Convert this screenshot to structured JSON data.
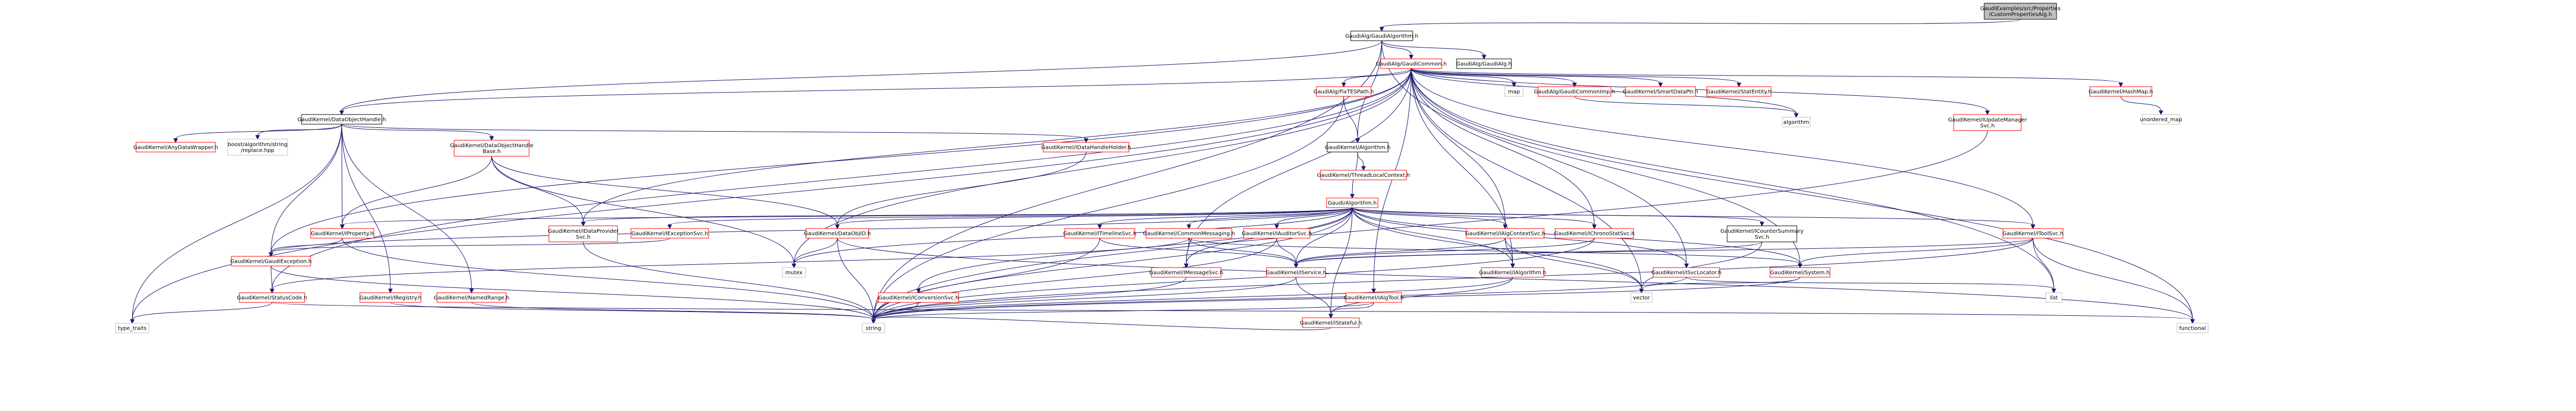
{
  "colors": {
    "root_fill": "#bfbfbf",
    "root_border": "#000000",
    "normal_border": "#000000",
    "truncated_border": "#ff0000",
    "plain_border": "#bfbfbf",
    "text_normal": "#000000",
    "text_plain": "#000000",
    "edge": "#191970"
  },
  "nodes": [
    {
      "id": "root",
      "label": [
        "GaudiExamples/src/Properties",
        "/CustomPropertiesAlg.h"
      ],
      "kind": "root"
    },
    {
      "id": "gaudialgorithm",
      "label": [
        "GaudiAlg/GaudiAlgorithm.h"
      ],
      "kind": "normal"
    },
    {
      "id": "gaudicommon",
      "label": [
        "GaudiAlg/GaudiCommon.h"
      ],
      "kind": "truncated"
    },
    {
      "id": "gaudialg",
      "label": [
        "GaudiAlg/GaudiAlg.h"
      ],
      "kind": "normal"
    },
    {
      "id": "dataobjecthandle",
      "label": [
        "GaudiKernel/DataObjectHandle.h"
      ],
      "kind": "normal"
    },
    {
      "id": "kernel_algorithm",
      "label": [
        "GaudiKernel/Algorithm.h"
      ],
      "kind": "normal"
    },
    {
      "id": "fixtespath",
      "label": [
        "GaudiAlg/FixTESPath.h"
      ],
      "kind": "truncated"
    },
    {
      "id": "map",
      "label": [
        "map"
      ],
      "kind": "plain"
    },
    {
      "id": "gaudicommonimp",
      "label": [
        "GaudiAlg/GaudiCommonImp.h"
      ],
      "kind": "truncated"
    },
    {
      "id": "smartdataptr",
      "label": [
        "GaudiKernel/SmartDataPtr.h"
      ],
      "kind": "truncated"
    },
    {
      "id": "statentity",
      "label": [
        "GaudiKernel/StatEntity.h"
      ],
      "kind": "truncated"
    },
    {
      "id": "hashmap",
      "label": [
        "GaudiKernel/HashMap.h"
      ],
      "kind": "truncated"
    },
    {
      "id": "unordered_map",
      "label": [
        "unordered_map"
      ],
      "kind": "plain"
    },
    {
      "id": "algorithm",
      "label": [
        "algorithm"
      ],
      "kind": "plain"
    },
    {
      "id": "iupdatemanagersvc",
      "label": [
        "GaudiKernel/IUpdateManager",
        "Svc.h"
      ],
      "kind": "truncated"
    },
    {
      "id": "anydatawrapper",
      "label": [
        "GaudiKernel/AnyDataWrapper.h"
      ],
      "kind": "truncated"
    },
    {
      "id": "boost_replace",
      "label": [
        "boost/algorithm/string",
        "/replace.hpp"
      ],
      "kind": "plain"
    },
    {
      "id": "dataobjecthandlebase",
      "label": [
        "GaudiKernel/DataObjectHandle",
        "Base.h"
      ],
      "kind": "truncated"
    },
    {
      "id": "idataproviderholder",
      "label": [
        "GaudiKernel/IDataHandleHolder.h"
      ],
      "kind": "truncated"
    },
    {
      "id": "threadlocalcontext",
      "label": [
        "GaudiKernel/ThreadLocalContext.h"
      ],
      "kind": "truncated"
    },
    {
      "id": "gaudi_algorithm",
      "label": [
        "Gaudi/Algorithm.h"
      ],
      "kind": "truncated"
    },
    {
      "id": "iproperty",
      "label": [
        "GaudiKernel/IProperty.h"
      ],
      "kind": "truncated"
    },
    {
      "id": "idataprovidersvc",
      "label": [
        "GaudiKernel/IDataProvider",
        "Svc.h"
      ],
      "kind": "truncated"
    },
    {
      "id": "iexceptionsvc",
      "label": [
        "GaudiKernel/IExceptionSvc.h"
      ],
      "kind": "truncated"
    },
    {
      "id": "dataobjid",
      "label": [
        "GaudiKernel/DataObjID.h"
      ],
      "kind": "truncated"
    },
    {
      "id": "itimelinesvc",
      "label": [
        "GaudiKernel/ITimelineSvc.h"
      ],
      "kind": "truncated"
    },
    {
      "id": "commonmessaging",
      "label": [
        "GaudiKernel/CommonMessaging.h"
      ],
      "kind": "truncated"
    },
    {
      "id": "iauditorsvc",
      "label": [
        "GaudiKernel/IAuditorSvc.h"
      ],
      "kind": "truncated"
    },
    {
      "id": "ialgcontextsvc",
      "label": [
        "GaudiKernel/IAlgContextSvc.h"
      ],
      "kind": "truncated"
    },
    {
      "id": "ichronostatsvc",
      "label": [
        "GaudiKernel/IChronoStatSvc.h"
      ],
      "kind": "truncated"
    },
    {
      "id": "icountersummarysvc",
      "label": [
        "GaudiKernel/ICounterSummary",
        "Svc.h"
      ],
      "kind": "normal"
    },
    {
      "id": "itoolsvc",
      "label": [
        "GaudiKernel/IToolSvc.h"
      ],
      "kind": "truncated"
    },
    {
      "id": "gaudiexception",
      "label": [
        "GaudiKernel/GaudiException.h"
      ],
      "kind": "truncated"
    },
    {
      "id": "mutex",
      "label": [
        "mutex"
      ],
      "kind": "plain"
    },
    {
      "id": "imessagesvc",
      "label": [
        "GaudiKernel/IMessageSvc.h"
      ],
      "kind": "truncated"
    },
    {
      "id": "iservice",
      "label": [
        "GaudiKernel/IService.h"
      ],
      "kind": "truncated"
    },
    {
      "id": "ialgorithm",
      "label": [
        "GaudiKernel/IAlgorithm.h"
      ],
      "kind": "truncated"
    },
    {
      "id": "isvclocator",
      "label": [
        "GaudiKernel/ISvcLocator.h"
      ],
      "kind": "truncated"
    },
    {
      "id": "system",
      "label": [
        "GaudiKernel/System.h"
      ],
      "kind": "truncated"
    },
    {
      "id": "statuscode",
      "label": [
        "GaudiKernel/StatusCode.h"
      ],
      "kind": "truncated"
    },
    {
      "id": "iregistry",
      "label": [
        "GaudiKernel/IRegistry.h"
      ],
      "kind": "truncated"
    },
    {
      "id": "namedrange",
      "label": [
        "GaudiKernel/NamedRange.h"
      ],
      "kind": "truncated"
    },
    {
      "id": "iconversionsvc",
      "label": [
        "GaudiKernel/IConversionSvc.h"
      ],
      "kind": "truncated"
    },
    {
      "id": "ialgtool",
      "label": [
        "GaudiKernel/IAlgTool.h"
      ],
      "kind": "truncated"
    },
    {
      "id": "istateful",
      "label": [
        "GaudiKernel/IStateful.h"
      ],
      "kind": "truncated"
    },
    {
      "id": "vector",
      "label": [
        "vector"
      ],
      "kind": "plain"
    },
    {
      "id": "list",
      "label": [
        "list"
      ],
      "kind": "plain"
    },
    {
      "id": "type_traits",
      "label": [
        "type_traits"
      ],
      "kind": "plain"
    },
    {
      "id": "string",
      "label": [
        "string"
      ],
      "kind": "plain"
    },
    {
      "id": "functional",
      "label": [
        "functional"
      ],
      "kind": "plain"
    }
  ],
  "edges": [
    [
      "root",
      "gaudialgorithm"
    ],
    [
      "gaudialgorithm",
      "gaudicommon"
    ],
    [
      "gaudialgorithm",
      "gaudialg"
    ],
    [
      "gaudialgorithm",
      "kernel_algorithm"
    ],
    [
      "gaudialgorithm",
      "dataobjecthandle"
    ],
    [
      "gaudialgorithm",
      "isvclocator"
    ],
    [
      "gaudialgorithm",
      "string"
    ],
    [
      "gaudicommon",
      "fixtespath"
    ],
    [
      "gaudicommon",
      "map"
    ],
    [
      "gaudicommon",
      "gaudicommonimp"
    ],
    [
      "gaudicommon",
      "smartdataptr"
    ],
    [
      "gaudicommon",
      "statentity"
    ],
    [
      "gaudicommon",
      "hashmap"
    ],
    [
      "gaudicommon",
      "algorithm"
    ],
    [
      "gaudicommon",
      "iupdatemanagersvc"
    ],
    [
      "gaudicommon",
      "dataobjecthandle"
    ],
    [
      "gaudicommon",
      "gaudiexception"
    ],
    [
      "gaudicommon",
      "idataprovidersvc"
    ],
    [
      "gaudicommon",
      "ialgcontextsvc"
    ],
    [
      "gaudicommon",
      "ichronostatsvc"
    ],
    [
      "gaudicommon",
      "itoolsvc"
    ],
    [
      "gaudicommon",
      "imessagesvc"
    ],
    [
      "gaudicommon",
      "ialgtool"
    ],
    [
      "gaudicommon",
      "ialgorithm"
    ],
    [
      "gaudicommon",
      "statuscode"
    ],
    [
      "gaudicommon",
      "system"
    ],
    [
      "gaudicommon",
      "vector"
    ],
    [
      "gaudicommon",
      "list"
    ],
    [
      "gaudicommon",
      "mutex"
    ],
    [
      "gaudicommon",
      "type_traits"
    ],
    [
      "gaudicommon",
      "functional"
    ],
    [
      "fixtespath",
      "kernel_algorithm"
    ],
    [
      "fixtespath",
      "string"
    ],
    [
      "gaudicommonimp",
      "algorithm"
    ],
    [
      "hashmap",
      "unordered_map"
    ],
    [
      "iupdatemanagersvc",
      "string"
    ],
    [
      "dataobjecthandle",
      "anydatawrapper"
    ],
    [
      "dataobjecthandle",
      "boost_replace"
    ],
    [
      "dataobjecthandle",
      "dataobjecthandlebase"
    ],
    [
      "dataobjecthandle",
      "idataproviderholder"
    ],
    [
      "dataobjecthandle",
      "iproperty"
    ],
    [
      "dataobjecthandle",
      "gaudiexception"
    ],
    [
      "dataobjecthandle",
      "namedrange"
    ],
    [
      "dataobjecthandle",
      "iregistry"
    ],
    [
      "dataobjecthandle",
      "type_traits"
    ],
    [
      "dataobjecthandlebase",
      "iproperty"
    ],
    [
      "dataobjecthandlebase",
      "idataprovidersvc"
    ],
    [
      "dataobjecthandlebase",
      "mutex"
    ],
    [
      "dataobjecthandlebase",
      "dataobjid"
    ],
    [
      "idataproviderholder",
      "dataobjid"
    ],
    [
      "kernel_algorithm",
      "threadlocalcontext"
    ],
    [
      "kernel_algorithm",
      "gaudi_algorithm"
    ],
    [
      "gaudi_algorithm",
      "iproperty"
    ],
    [
      "gaudi_algorithm",
      "idataprovidersvc"
    ],
    [
      "gaudi_algorithm",
      "iexceptionsvc"
    ],
    [
      "gaudi_algorithm",
      "dataobjid"
    ],
    [
      "gaudi_algorithm",
      "itimelinesvc"
    ],
    [
      "gaudi_algorithm",
      "commonmessaging"
    ],
    [
      "gaudi_algorithm",
      "iauditorsvc"
    ],
    [
      "gaudi_algorithm",
      "ialgcontextsvc"
    ],
    [
      "gaudi_algorithm",
      "ichronostatsvc"
    ],
    [
      "gaudi_algorithm",
      "icountersummarysvc"
    ],
    [
      "gaudi_algorithm",
      "itoolsvc"
    ],
    [
      "gaudi_algorithm",
      "iconversionsvc"
    ],
    [
      "gaudi_algorithm",
      "imessagesvc"
    ],
    [
      "gaudi_algorithm",
      "iservice"
    ],
    [
      "gaudi_algorithm",
      "ialgorithm"
    ],
    [
      "gaudi_algorithm",
      "isvclocator"
    ],
    [
      "gaudi_algorithm",
      "istateful"
    ],
    [
      "gaudi_algorithm",
      "system"
    ],
    [
      "gaudi_algorithm",
      "gaudiexception"
    ],
    [
      "gaudi_algorithm",
      "mutex"
    ],
    [
      "gaudi_algorithm",
      "vector"
    ],
    [
      "gaudi_algorithm",
      "string"
    ],
    [
      "iproperty",
      "gaudiexception"
    ],
    [
      "iproperty",
      "string"
    ],
    [
      "idataprovidersvc",
      "string"
    ],
    [
      "iexceptionsvc",
      "gaudiexception"
    ],
    [
      "dataobjid",
      "mutex"
    ],
    [
      "dataobjid",
      "string"
    ],
    [
      "dataobjid",
      "functional"
    ],
    [
      "itimelinesvc",
      "iservice"
    ],
    [
      "itimelinesvc",
      "string"
    ],
    [
      "commonmessaging",
      "imessagesvc"
    ],
    [
      "commonmessaging",
      "iservice"
    ],
    [
      "commonmessaging",
      "system"
    ],
    [
      "commonmessaging",
      "statuscode"
    ],
    [
      "iauditorsvc",
      "iservice"
    ],
    [
      "iauditorsvc",
      "string"
    ],
    [
      "ialgcontextsvc",
      "iservice"
    ],
    [
      "ialgcontextsvc",
      "ialgorithm"
    ],
    [
      "ialgcontextsvc",
      "vector"
    ],
    [
      "ichronostatsvc",
      "iservice"
    ],
    [
      "ichronostatsvc",
      "string"
    ],
    [
      "icountersummarysvc",
      "iservice"
    ],
    [
      "icountersummarysvc",
      "vector"
    ],
    [
      "itoolsvc",
      "iservice"
    ],
    [
      "itoolsvc",
      "system"
    ],
    [
      "itoolsvc",
      "list"
    ],
    [
      "itoolsvc",
      "string"
    ],
    [
      "itoolsvc",
      "functional"
    ],
    [
      "gaudiexception",
      "statuscode"
    ],
    [
      "gaudiexception",
      "string"
    ],
    [
      "imessagesvc",
      "string"
    ],
    [
      "iservice",
      "istateful"
    ],
    [
      "iservice",
      "string"
    ],
    [
      "ialgorithm",
      "istateful"
    ],
    [
      "ialgorithm",
      "string"
    ],
    [
      "isvclocator",
      "string"
    ],
    [
      "isvclocator",
      "list"
    ],
    [
      "system",
      "vector"
    ],
    [
      "system",
      "string"
    ],
    [
      "statuscode",
      "type_traits"
    ],
    [
      "statuscode",
      "functional"
    ],
    [
      "iregistry",
      "string"
    ],
    [
      "namedrange",
      "string"
    ],
    [
      "iconversionsvc",
      "string"
    ],
    [
      "ialgtool",
      "istateful"
    ],
    [
      "ialgtool",
      "string"
    ],
    [
      "istateful",
      "string"
    ]
  ]
}
